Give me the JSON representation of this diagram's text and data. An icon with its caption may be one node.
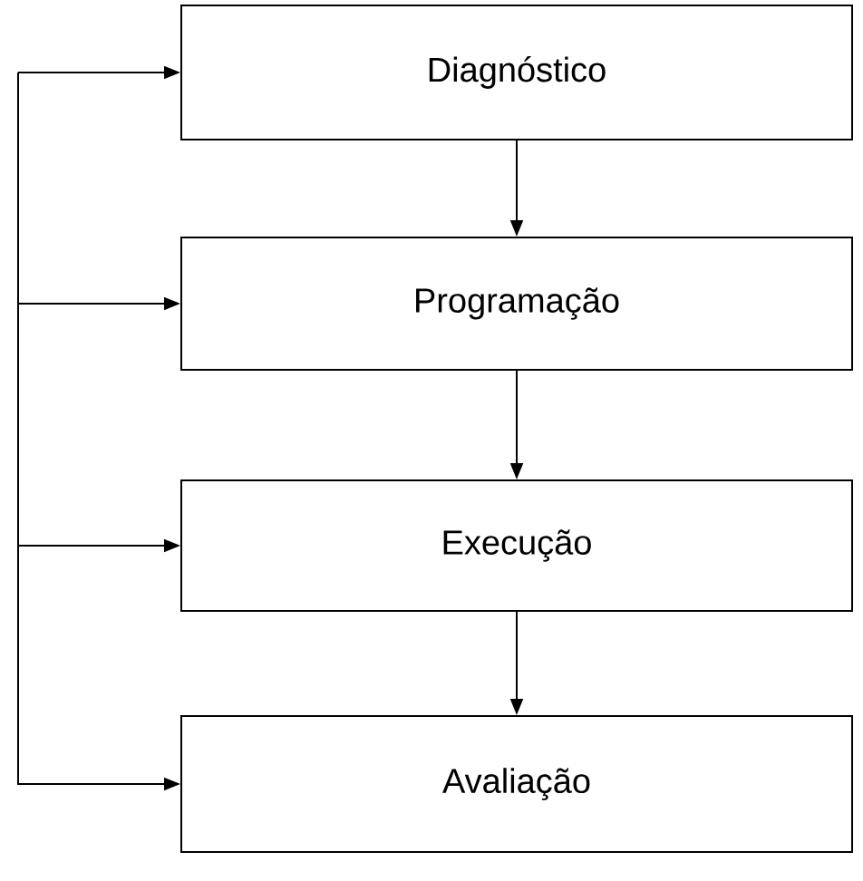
{
  "diagram": {
    "nodes": [
      {
        "text": [
          "Diagnóstico"
        ]
      },
      {
        "text": [
          "Programação"
        ]
      },
      {
        "text": [
          "Execução"
        ]
      },
      {
        "text": [
          "Avaliação"
        ]
      }
    ],
    "edges": [
      {
        "from": 0,
        "to": 1,
        "arrow": "to"
      },
      {
        "from": 1,
        "to": 2,
        "arrow": "to"
      },
      {
        "from": 2,
        "to": 3,
        "arrow": "to"
      },
      {
        "from": null,
        "to": 0,
        "arrow": "to"
      },
      {
        "from": null,
        "to": 1,
        "arrow": "to"
      },
      {
        "from": null,
        "to": 2,
        "arrow": "to"
      },
      {
        "from": null,
        "to": 3,
        "arrow": "to"
      }
    ]
  }
}
